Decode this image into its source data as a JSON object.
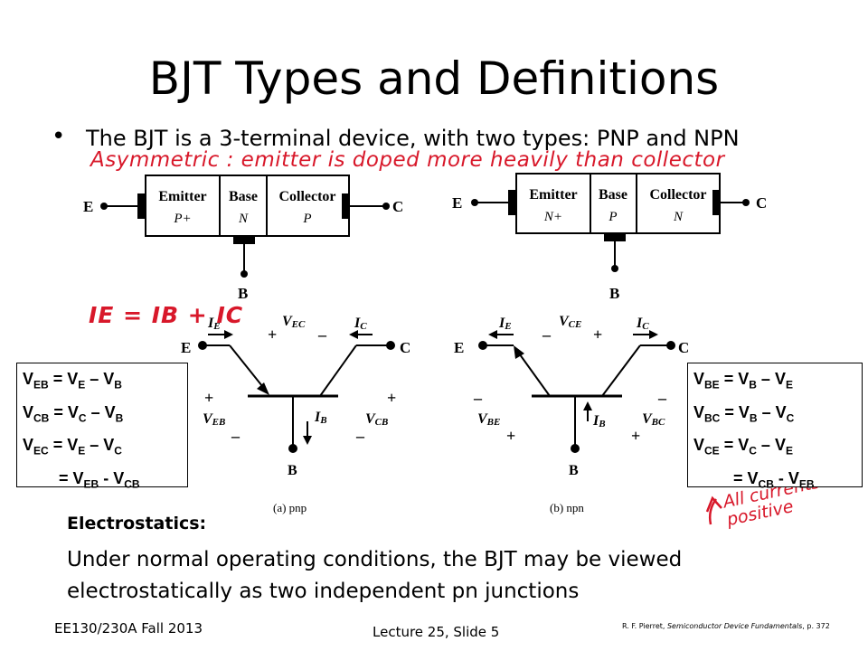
{
  "slide": {
    "title": "BJT Types and Definitions",
    "bullet": "The BJT is a 3-terminal device, with two types: PNP and NPN"
  },
  "handwriting": {
    "asymmetric_note": "Asymmetric : emitter is doped more heavily than collector",
    "current_eq": "IE = IB + IC",
    "positive_note_line1": "All currents are",
    "positive_note_line2": "positive"
  },
  "diagram_pnp": {
    "terminal_e": "E",
    "terminal_c": "C",
    "terminal_b": "B",
    "regions": [
      {
        "name": "Emitter",
        "doping": "P+"
      },
      {
        "name": "Base",
        "doping": "N"
      },
      {
        "name": "Collector",
        "doping": "P"
      }
    ],
    "symbol": {
      "e": "E",
      "c": "C",
      "b": "B",
      "ie": "I",
      "ie_sub": "E",
      "ic": "I",
      "ic_sub": "C",
      "ib": "I",
      "ib_sub": "B",
      "v_top": "V",
      "v_top_sub": "EC",
      "v_left": "V",
      "v_left_sub": "EB",
      "v_right": "V",
      "v_right_sub": "CB",
      "plus": "+",
      "minus": "–"
    },
    "caption": "(a) pnp"
  },
  "diagram_npn": {
    "terminal_e": "E",
    "terminal_c": "C",
    "terminal_b": "B",
    "regions": [
      {
        "name": "Emitter",
        "doping": "N+"
      },
      {
        "name": "Base",
        "doping": "P"
      },
      {
        "name": "Collector",
        "doping": "N"
      }
    ],
    "symbol": {
      "e": "E",
      "c": "C",
      "b": "B",
      "ie": "I",
      "ie_sub": "E",
      "ic": "I",
      "ic_sub": "C",
      "ib": "I",
      "ib_sub": "B",
      "v_top": "V",
      "v_top_sub": "CE",
      "v_left": "V",
      "v_left_sub": "BE",
      "v_right": "V",
      "v_right_sub": "BC",
      "plus": "+",
      "minus": "–"
    },
    "caption": "(b) npn"
  },
  "equations_left": [
    {
      "lhs": "V",
      "lhs_sub": "EB",
      "a": "V",
      "a_sub": "E",
      "op": "–",
      "b": "V",
      "b_sub": "B"
    },
    {
      "lhs": "V",
      "lhs_sub": "CB",
      "a": "V",
      "a_sub": "C",
      "op": "–",
      "b": "V",
      "b_sub": "B"
    },
    {
      "lhs": "V",
      "lhs_sub": "EC",
      "a": "V",
      "a_sub": "E",
      "op": "–",
      "b": "V",
      "b_sub": "C"
    },
    {
      "lhs": "",
      "lhs_sub": "",
      "a": "V",
      "a_sub": "EB",
      "op": "-",
      "b": "V",
      "b_sub": "CB"
    }
  ],
  "equations_right": [
    {
      "lhs": "V",
      "lhs_sub": "BE",
      "a": "V",
      "a_sub": "B",
      "op": "–",
      "b": "V",
      "b_sub": "E"
    },
    {
      "lhs": "V",
      "lhs_sub": "BC",
      "a": "V",
      "a_sub": "B",
      "op": "–",
      "b": "V",
      "b_sub": "C"
    },
    {
      "lhs": "V",
      "lhs_sub": "CE",
      "a": "V",
      "a_sub": "C",
      "op": "–",
      "b": "V",
      "b_sub": "E"
    },
    {
      "lhs": "",
      "lhs_sub": "",
      "a": "V",
      "a_sub": "CB",
      "op": "-",
      "b": "V",
      "b_sub": "EB"
    }
  ],
  "electrostatics": {
    "label": "Electrostatics:",
    "text": "Under normal operating conditions, the BJT may be viewed electrostatically as two independent pn junctions"
  },
  "footer": {
    "course": "EE130/230A Fall 2013",
    "lecture": "Lecture 25, Slide 5",
    "ref_author": "R. F. Pierret, ",
    "ref_book": "Semiconductor Device Fundamentals",
    "ref_page": ", p. 372"
  }
}
